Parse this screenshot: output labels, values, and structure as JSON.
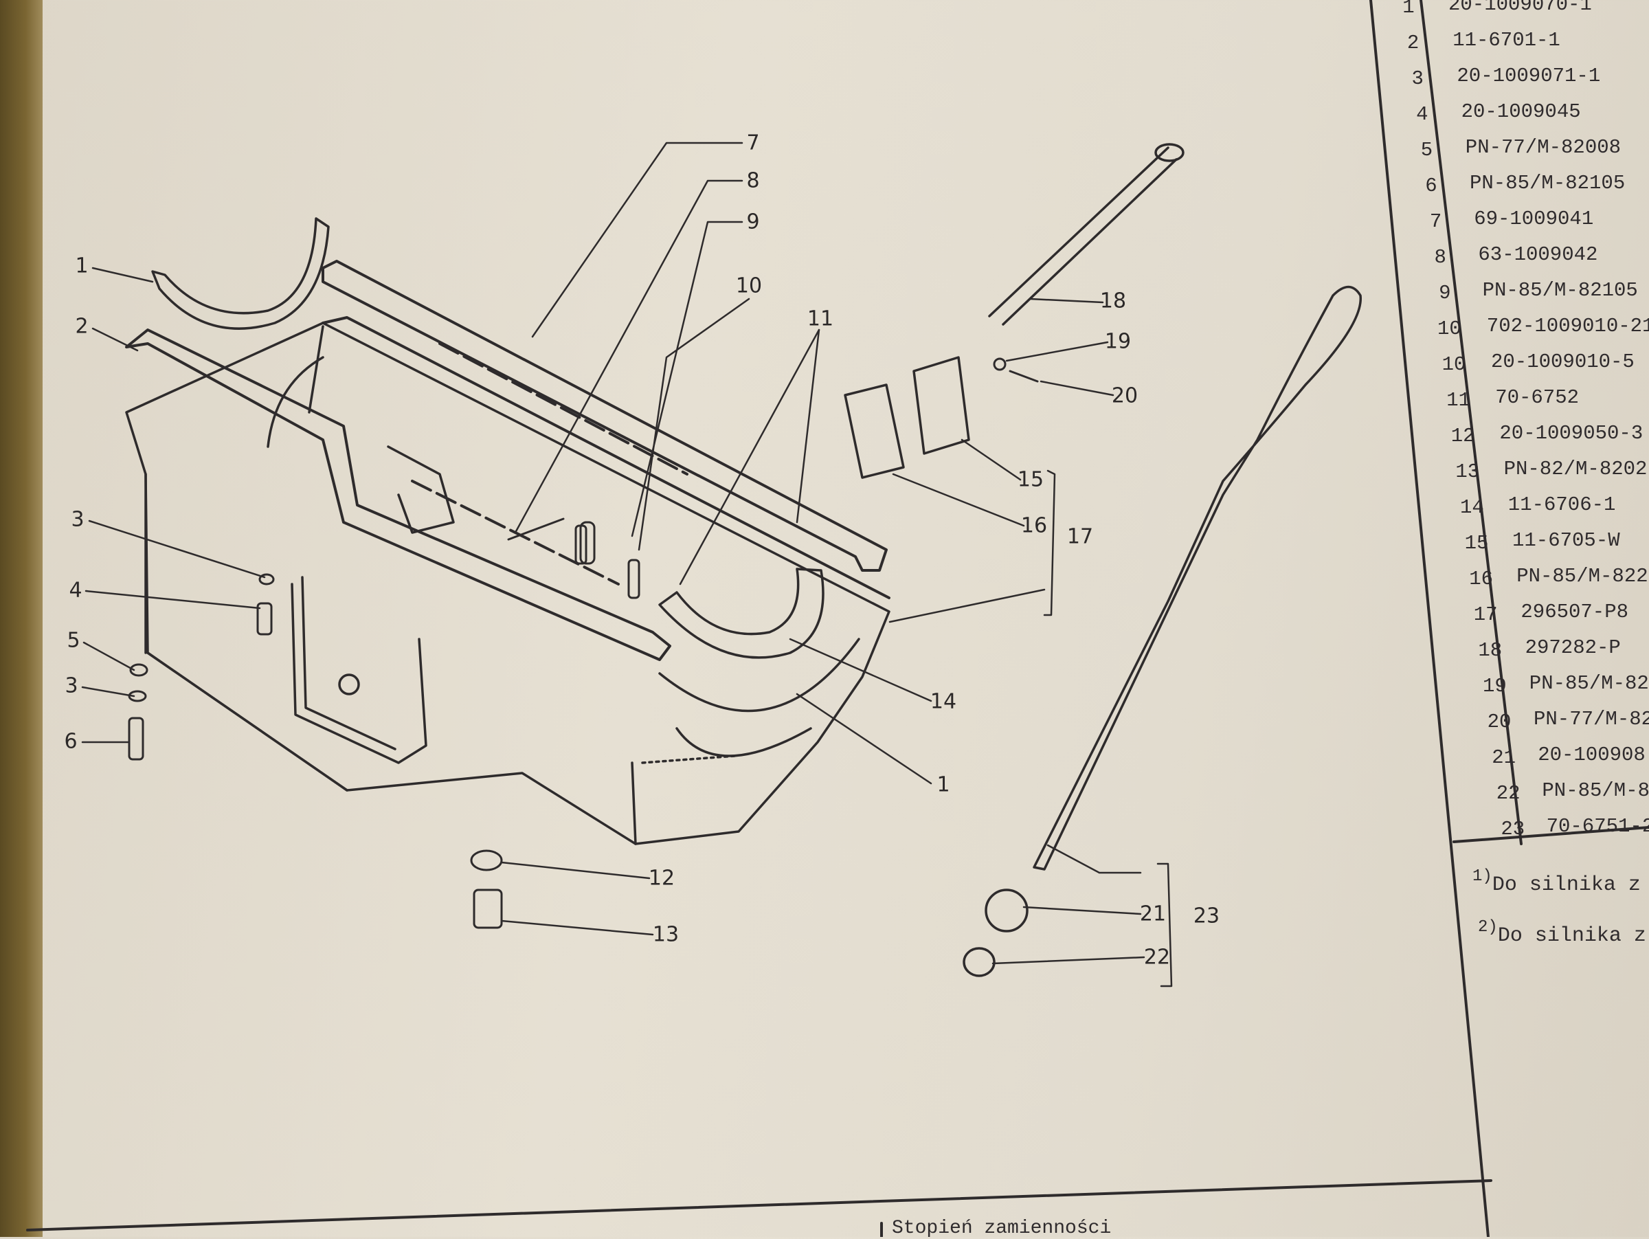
{
  "callouts": [
    "1",
    "2",
    "3",
    "4",
    "5",
    "3",
    "6",
    "7",
    "8",
    "9",
    "10",
    "11",
    "18",
    "19",
    "20",
    "15",
    "16",
    "17",
    "14",
    "1",
    "12",
    "13",
    "21",
    "23",
    "22"
  ],
  "parts_table": {
    "rows": [
      {
        "no": "1",
        "part": "20-1009070-1"
      },
      {
        "no": "2",
        "part": "11-6701-1"
      },
      {
        "no": "3",
        "part": "20-1009071-1"
      },
      {
        "no": "4",
        "part": "20-1009045"
      },
      {
        "no": "5",
        "part": "PN-77/M-82008"
      },
      {
        "no": "6",
        "part": "PN-85/M-82105"
      },
      {
        "no": "7",
        "part": "69-1009041"
      },
      {
        "no": "8",
        "part": "63-1009042"
      },
      {
        "no": "9",
        "part": "PN-85/M-82105"
      },
      {
        "no": "10",
        "part": "702-1009010-21"
      },
      {
        "no": "10",
        "part": "20-1009010-5"
      },
      {
        "no": "11",
        "part": "70-6752"
      },
      {
        "no": "12",
        "part": "20-1009050-3"
      },
      {
        "no": "13",
        "part": "PN-82/M-8202"
      },
      {
        "no": "14",
        "part": "11-6706-1"
      },
      {
        "no": "15",
        "part": "11-6705-W"
      },
      {
        "no": "16",
        "part": "PN-85/M-822"
      },
      {
        "no": "17",
        "part": "296507-P8"
      },
      {
        "no": "18",
        "part": "297282-P"
      },
      {
        "no": "19",
        "part": "PN-85/M-82"
      },
      {
        "no": "20",
        "part": "PN-77/M-82"
      },
      {
        "no": "21",
        "part": "20-100908"
      },
      {
        "no": "22",
        "part": "PN-85/M-8"
      },
      {
        "no": "23",
        "part": "70-6751-2"
      }
    ]
  },
  "footnotes": [
    {
      "mark": "1)",
      "text": "Do silnika z"
    },
    {
      "mark": "2)",
      "text": "Do silnika z"
    }
  ],
  "bottom_header": "Stopień zamienności"
}
